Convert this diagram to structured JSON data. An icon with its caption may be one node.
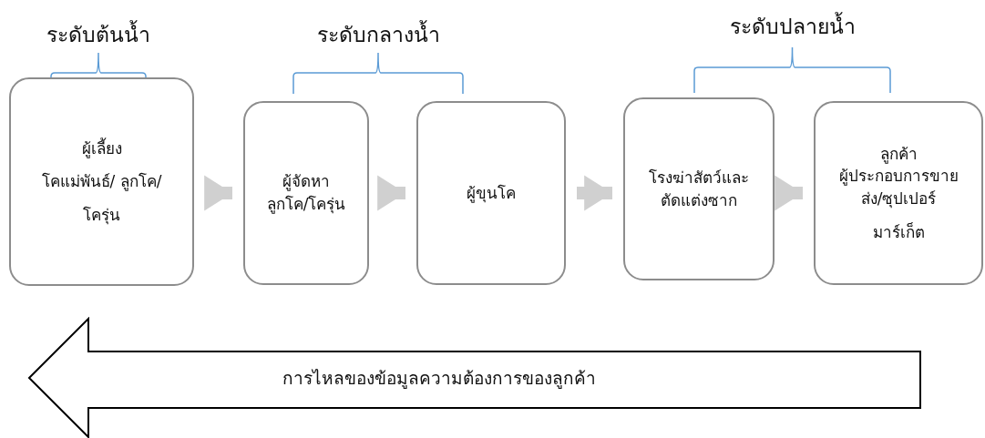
{
  "diagram": {
    "nodes": [
      {
        "text": [
          "ผู้เลี้ยง",
          "โคแม่พันธ์/ ลูกโค/",
          "โครุ่น"
        ]
      },
      {
        "text": [
          "ผู้จัดหา",
          "ลูกโค/โครุ่น"
        ]
      },
      {
        "text": [
          "ผู้ขุนโค"
        ]
      },
      {
        "text": [
          "โรงฆ่าสัตว์และ",
          "ตัดแต่งซาก"
        ]
      },
      {
        "text": [
          "ลูกค้า",
          "ผู้ประกอบการขาย",
          "ส่ง/ซุปเปอร์",
          "มาร์เก็ต"
        ]
      },
      {
        "text": [
          "การไหลของข้อมูลความต้องการของลูกค้า"
        ]
      }
    ],
    "edges": [
      {
        "from": 0,
        "to": 1,
        "arrow": "to"
      },
      {
        "from": 1,
        "to": 2,
        "arrow": "to"
      },
      {
        "from": 2,
        "to": 3,
        "arrow": "to"
      },
      {
        "from": 3,
        "to": 4,
        "arrow": "to"
      }
    ],
    "labels": [
      "ระดับต้นน้ำ",
      "ระดับกลางน้ำ",
      "ระดับปลายน้ำ"
    ]
  }
}
